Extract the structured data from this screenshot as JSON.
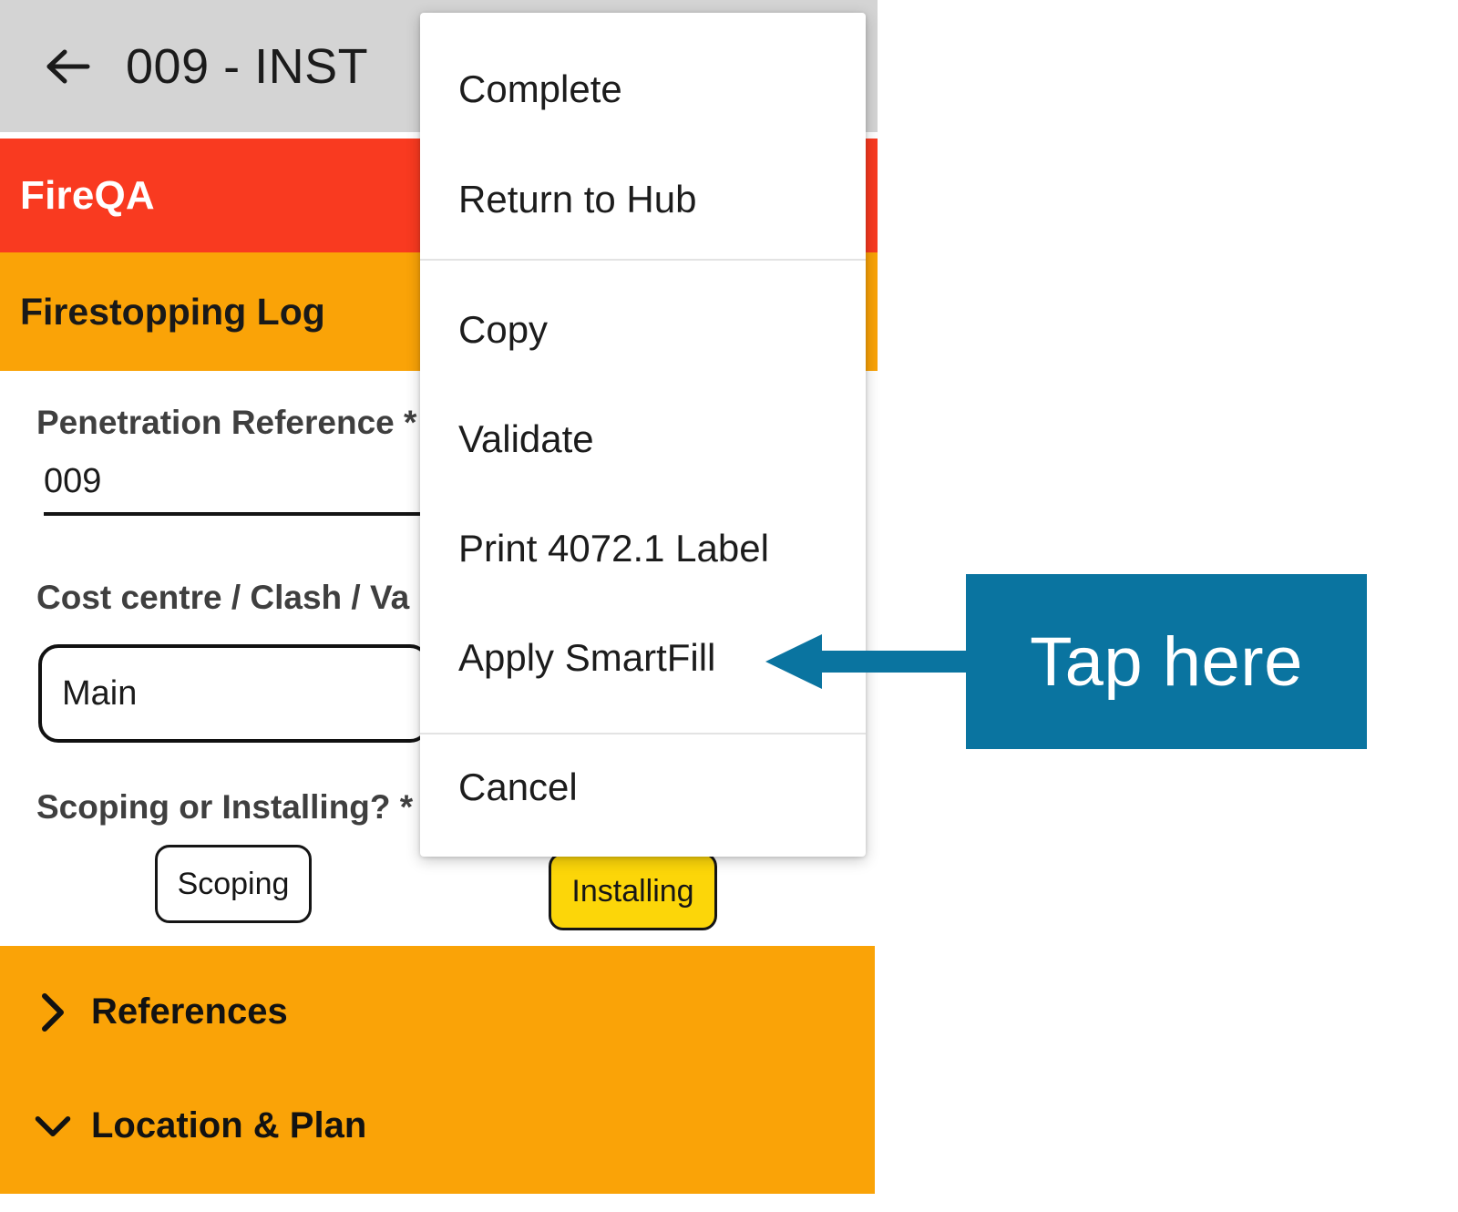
{
  "app": {
    "appbar": {
      "back_icon": "arrow-left-icon",
      "title": "009    - INST"
    },
    "brand_banner": {
      "title": "FireQA",
      "color": "#f93a20"
    },
    "section_banner": {
      "title": "Firestopping Log",
      "color": "#faa307"
    },
    "form": {
      "penetration_reference": {
        "label": "Penetration Reference *",
        "value": "009"
      },
      "cost_centre": {
        "label": "Cost centre / Clash / Va",
        "value": "Main"
      },
      "scoping_or_installing": {
        "label": "Scoping or Installing? *",
        "options": [
          {
            "label": "Scoping",
            "selected": false
          },
          {
            "label": "Installing",
            "selected": true
          }
        ],
        "selected_color": "#fcd609"
      }
    },
    "accordion": {
      "background": "#faa307",
      "sections": [
        {
          "label": "References",
          "expanded": false,
          "icon": "chevron-right-icon"
        },
        {
          "label": "Location & Plan",
          "expanded": true,
          "icon": "chevron-down-icon"
        }
      ]
    }
  },
  "menu": {
    "items": [
      {
        "label": "Complete"
      },
      {
        "label": "Return to Hub"
      },
      {
        "label": "Copy"
      },
      {
        "label": "Validate"
      },
      {
        "label": "Print 4072.1 Label"
      },
      {
        "label": "Apply SmartFill"
      },
      {
        "label": "Cancel"
      }
    ]
  },
  "callout": {
    "text": "Tap here",
    "color": "#0a74a0",
    "arrow_icon": "arrow-left-icon",
    "arrow_direction": "left"
  }
}
